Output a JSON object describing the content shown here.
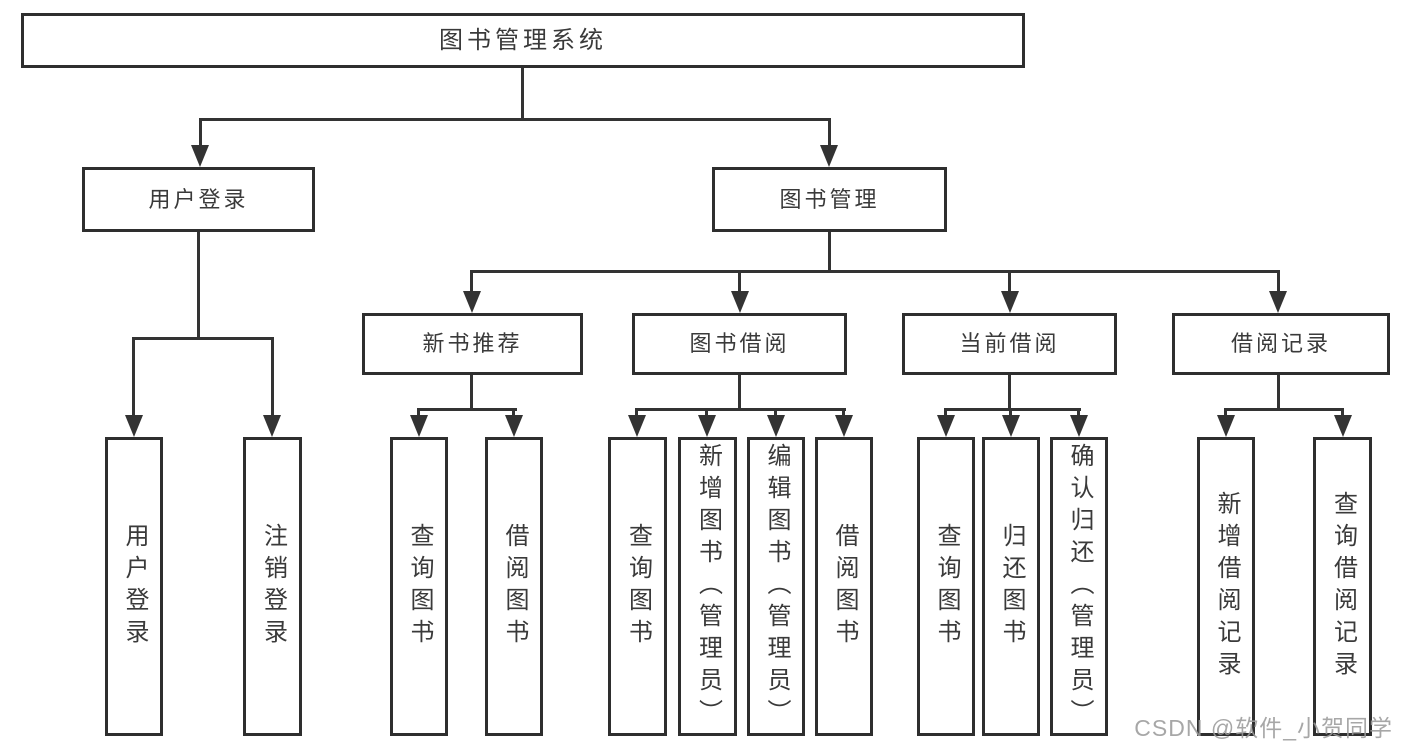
{
  "tree": {
    "root": {
      "label": "图书管理系统",
      "children": [
        {
          "label": "用户登录",
          "children": [
            {
              "label": "用户登录"
            },
            {
              "label": "注销登录"
            }
          ]
        },
        {
          "label": "图书管理",
          "children": [
            {
              "label": "新书推荐",
              "children": [
                {
                  "label": "查询图书"
                },
                {
                  "label": "借阅图书"
                }
              ]
            },
            {
              "label": "图书借阅",
              "children": [
                {
                  "label": "查询图书"
                },
                {
                  "label": "新增图书（管理员）"
                },
                {
                  "label": "编辑图书（管理员）"
                },
                {
                  "label": "借阅图书"
                }
              ]
            },
            {
              "label": "当前借阅",
              "children": [
                {
                  "label": "查询图书"
                },
                {
                  "label": "归还图书"
                },
                {
                  "label": "确认归还（管理员）"
                }
              ]
            },
            {
              "label": "借阅记录",
              "children": [
                {
                  "label": "新增借阅记录"
                },
                {
                  "label": "查询借阅记录"
                }
              ]
            }
          ]
        }
      ]
    }
  },
  "watermark": {
    "text": "CSDN @软件_小贺同学"
  },
  "colors": {
    "line": "#333333",
    "box_border": "#2e2e2e",
    "text": "#3a3a3a",
    "watermark_text": "#9c9c9c",
    "background": "#ffffff"
  }
}
